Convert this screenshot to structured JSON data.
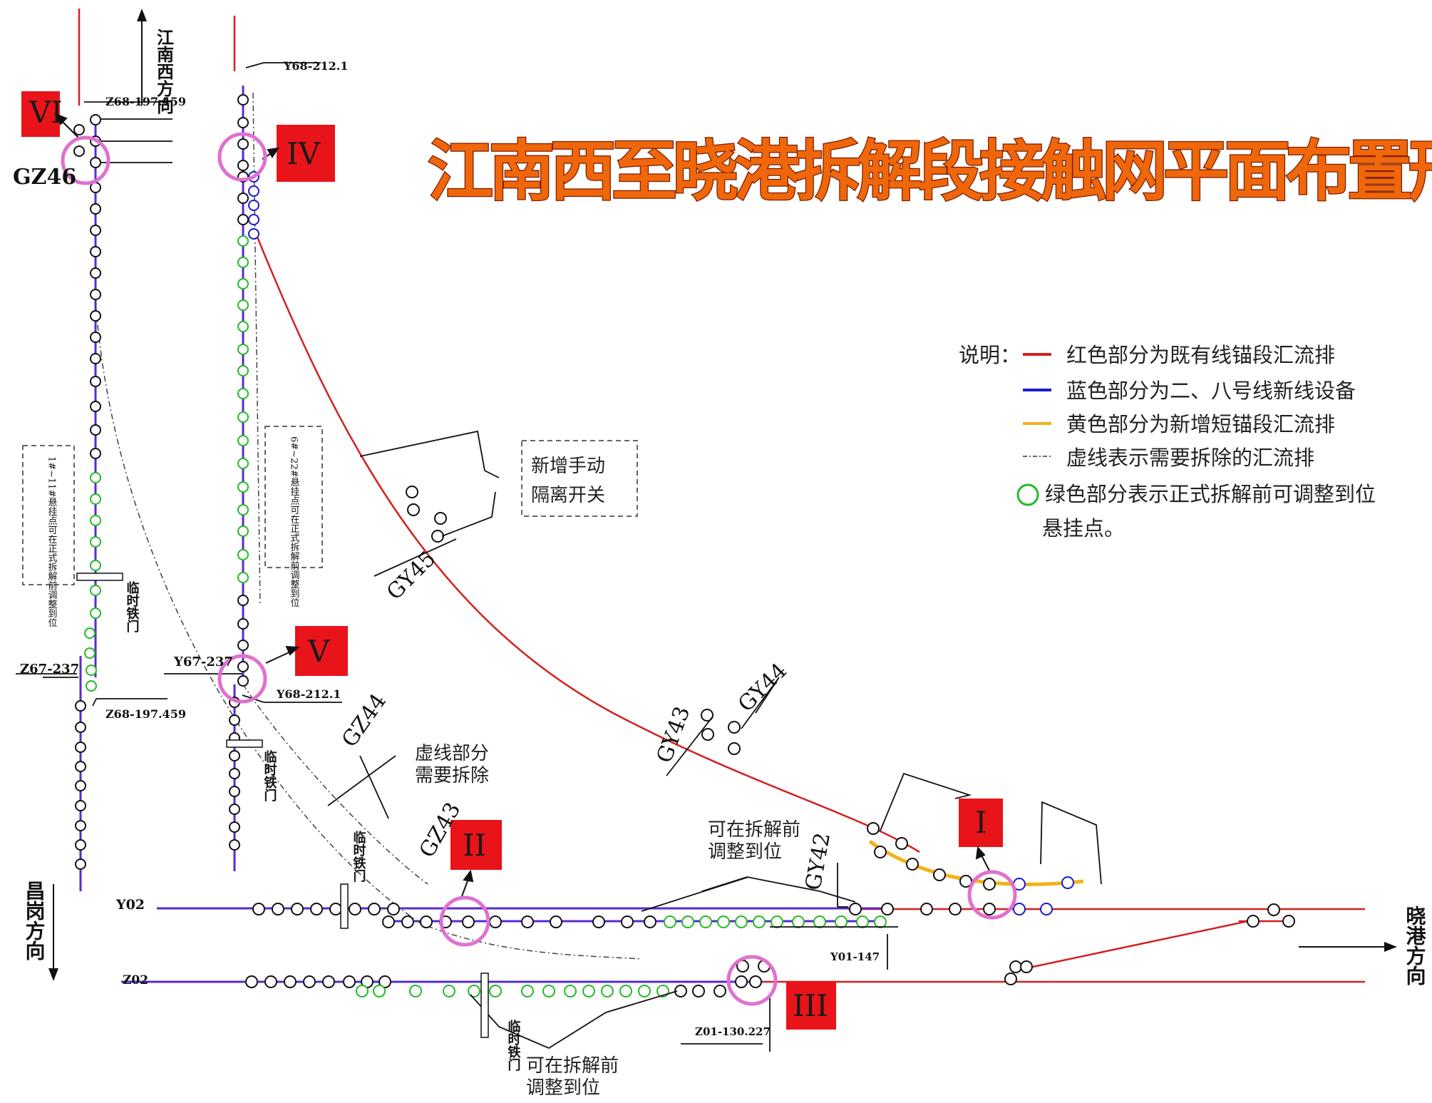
{
  "title": "江南西至晓港拆解段接触网平面布置形象图",
  "legend": {
    "prefix": "说明：",
    "items": [
      {
        "text": "红色部分为既有线锚段汇流排",
        "color": "#d42020"
      },
      {
        "text": "蓝色部分为二、八号线新线设备",
        "color": "#1a1ad0"
      },
      {
        "text": "黄色部分为新增短锚段汇流排",
        "color": "#f2b21a"
      },
      {
        "text": "虚线表示需要拆除的汇流排",
        "color": "#333333"
      },
      {
        "text": "绿色部分表示正式拆解前可调整到位",
        "color": "#22bb22"
      }
    ],
    "continuation": "悬挂点。"
  },
  "directions": {
    "north": "江南西方向",
    "west": "昌岗方向",
    "east": "晓港方向"
  },
  "markers": {
    "I": "I",
    "II": "II",
    "III": "III",
    "IV": "IV",
    "V": "V",
    "VI": "VI"
  },
  "labels": {
    "gz46": "GZ46",
    "z68_top": "Z68-197.459",
    "z68_bottom": "Z68-197.459",
    "y68_top": "Y68-212.1",
    "y68_bottom": "Y68-212.1",
    "y67": "Y67-237",
    "z67": "Z67-237",
    "y02": "Y02",
    "z02": "Z02",
    "y01": "Y01-147",
    "z01": "Z01-130.227",
    "gy45": "GY45",
    "gy44": "GY44",
    "gy43": "GY43",
    "gy42": "GY42",
    "gz44": "GZ44",
    "gz43": "GZ43",
    "new_switch_1": "新增手动",
    "new_switch_2": "隔离开关",
    "dashed_remove_1": "虚线部分",
    "dashed_remove_2": "需要拆除",
    "adjust_top_1": "可在拆解前",
    "adjust_top_2": "调整到位",
    "adjust_bottom_1": "可在拆解前",
    "adjust_bottom_2": "调整到位",
    "temp_gate": "临时铁门",
    "note_left": "1#~11#悬挂点可在正式拆解前调整到位",
    "note_mid": "6#~22#悬挂点可在正式拆解前调整到位"
  }
}
